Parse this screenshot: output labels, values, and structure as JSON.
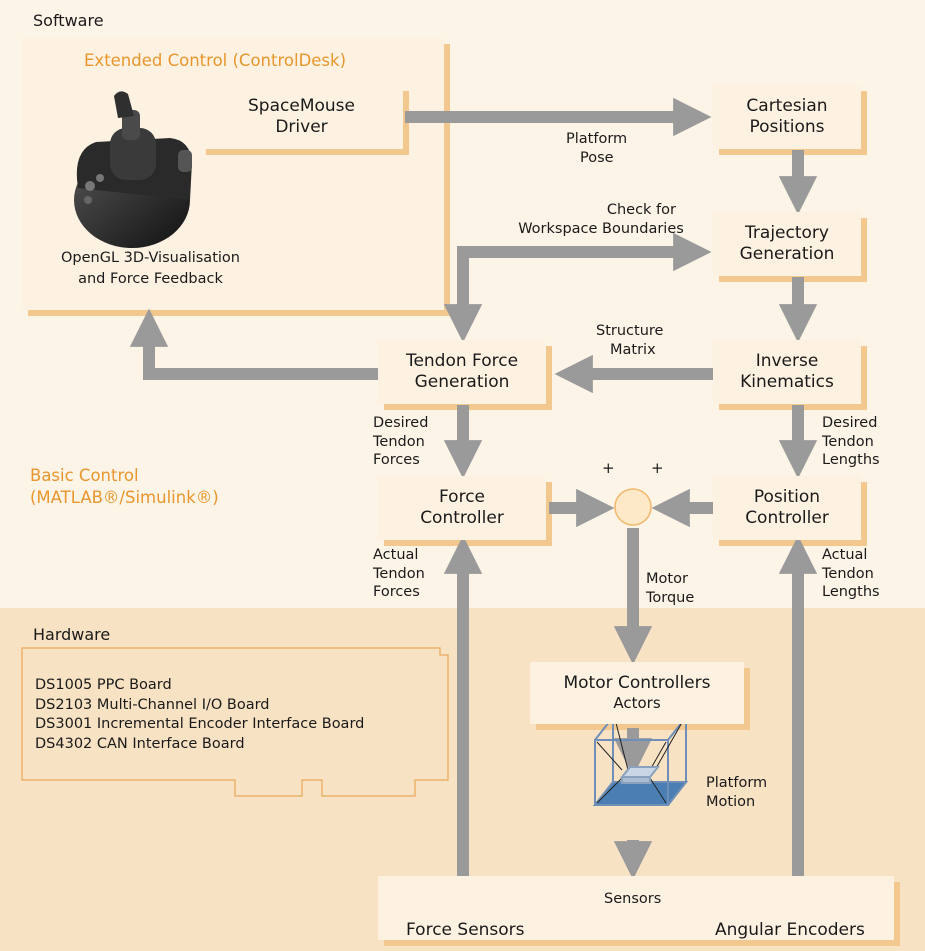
{
  "sections": {
    "software": "Software",
    "hardware": "Hardware",
    "extended_control": "Extended Control (ControlDesk)",
    "basic_control_line1": "Basic Control",
    "basic_control_line2": "(MATLAB®/Simulink®)"
  },
  "blocks": {
    "spacemouse": [
      "SpaceMouse",
      "Driver"
    ],
    "cartesian": [
      "Cartesian",
      "Positions"
    ],
    "trajectory": [
      "Trajectory",
      "Generation"
    ],
    "inverse": [
      "Inverse",
      "Kinematics"
    ],
    "tendon_force": [
      "Tendon Force",
      "Generation"
    ],
    "force_controller": [
      "Force",
      "Controller"
    ],
    "position_controller": [
      "Position",
      "Controller"
    ],
    "motor_controllers": [
      "Motor Controllers",
      "Actors"
    ],
    "force_sensors": "Force Sensors",
    "angular_encoders": "Angular Encoders"
  },
  "labels": {
    "opengl": [
      "OpenGL 3D-Visualisation",
      "and Force Feedback"
    ],
    "platform_pose": [
      "Platform",
      "Pose"
    ],
    "check_workspace": [
      "Check for",
      "Workspace Boundaries"
    ],
    "structure_matrix": [
      "Structure",
      "Matrix"
    ],
    "desired_tendon_forces": [
      "Desired",
      "Tendon",
      "Forces"
    ],
    "desired_tendon_lengths": [
      "Desired",
      "Tendon",
      "Lengths"
    ],
    "actual_tendon_forces": [
      "Actual",
      "Tendon",
      "Forces"
    ],
    "actual_tendon_lengths": [
      "Actual",
      "Tendon",
      "Lengths"
    ],
    "motor_torque": [
      "Motor",
      "Torque"
    ],
    "plus": "+",
    "platform_motion": [
      "Platform",
      "Motion"
    ],
    "sensors": "Sensors"
  },
  "hardware_boards": [
    "DS1005 PPC Board",
    "DS2103 Multi-Channel I/O Board",
    "DS3001 Incremental Encoder Interface Board",
    "DS4302 CAN Interface Board"
  ],
  "colors": {
    "software_bg": "#fdf4e8",
    "hardware_bg": "#f8e2c4",
    "box_fill": "#fdf2e2",
    "box_shadow": "#f2c88e",
    "accent": "#e8962d",
    "arrow": "#9a9a9a"
  }
}
